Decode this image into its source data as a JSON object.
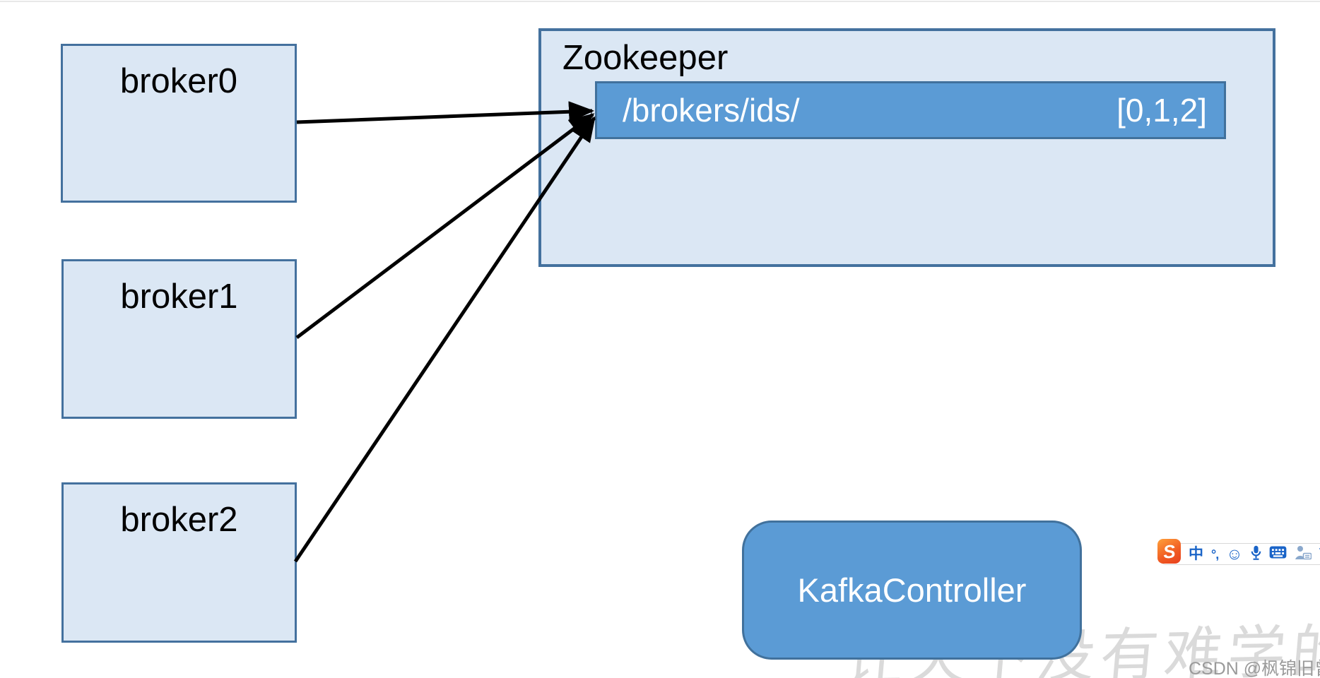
{
  "diagram": {
    "brokers": [
      {
        "label": "broker0"
      },
      {
        "label": "broker1"
      },
      {
        "label": "broker2"
      }
    ],
    "zookeeper": {
      "title": "Zookeeper",
      "node": {
        "path": "/brokers/ids/",
        "value": "[0,1,2]"
      }
    },
    "controller": {
      "label": "KafkaController"
    }
  },
  "watermarks": {
    "slogan": "让天下没有难学的技术",
    "csdn": "CSDN @枫锦旧曾谙"
  },
  "ime_toolbar": {
    "logo_letter": "S",
    "items": [
      {
        "name": "input-mode",
        "glyph": "中"
      },
      {
        "name": "punctuation",
        "glyph": "°,"
      },
      {
        "name": "emoji",
        "glyph": "☺"
      },
      {
        "name": "voice-input",
        "glyph": ""
      },
      {
        "name": "soft-keyboard",
        "glyph": ""
      },
      {
        "name": "toolbox",
        "glyph": ""
      },
      {
        "name": "skin",
        "glyph": ""
      }
    ]
  },
  "colors": {
    "shape_fill_light": "#dbe7f4",
    "shape_border": "#44719e",
    "node_fill": "#5b9bd5",
    "node_border": "#41719c",
    "node_text": "#ffffff",
    "arrow": "#000000",
    "watermark_slogan": "#dadada",
    "watermark_csdn": "#9a9a9a",
    "ime_icon_blue": "#1a64c8",
    "sogou_orange": "#f05a22"
  }
}
